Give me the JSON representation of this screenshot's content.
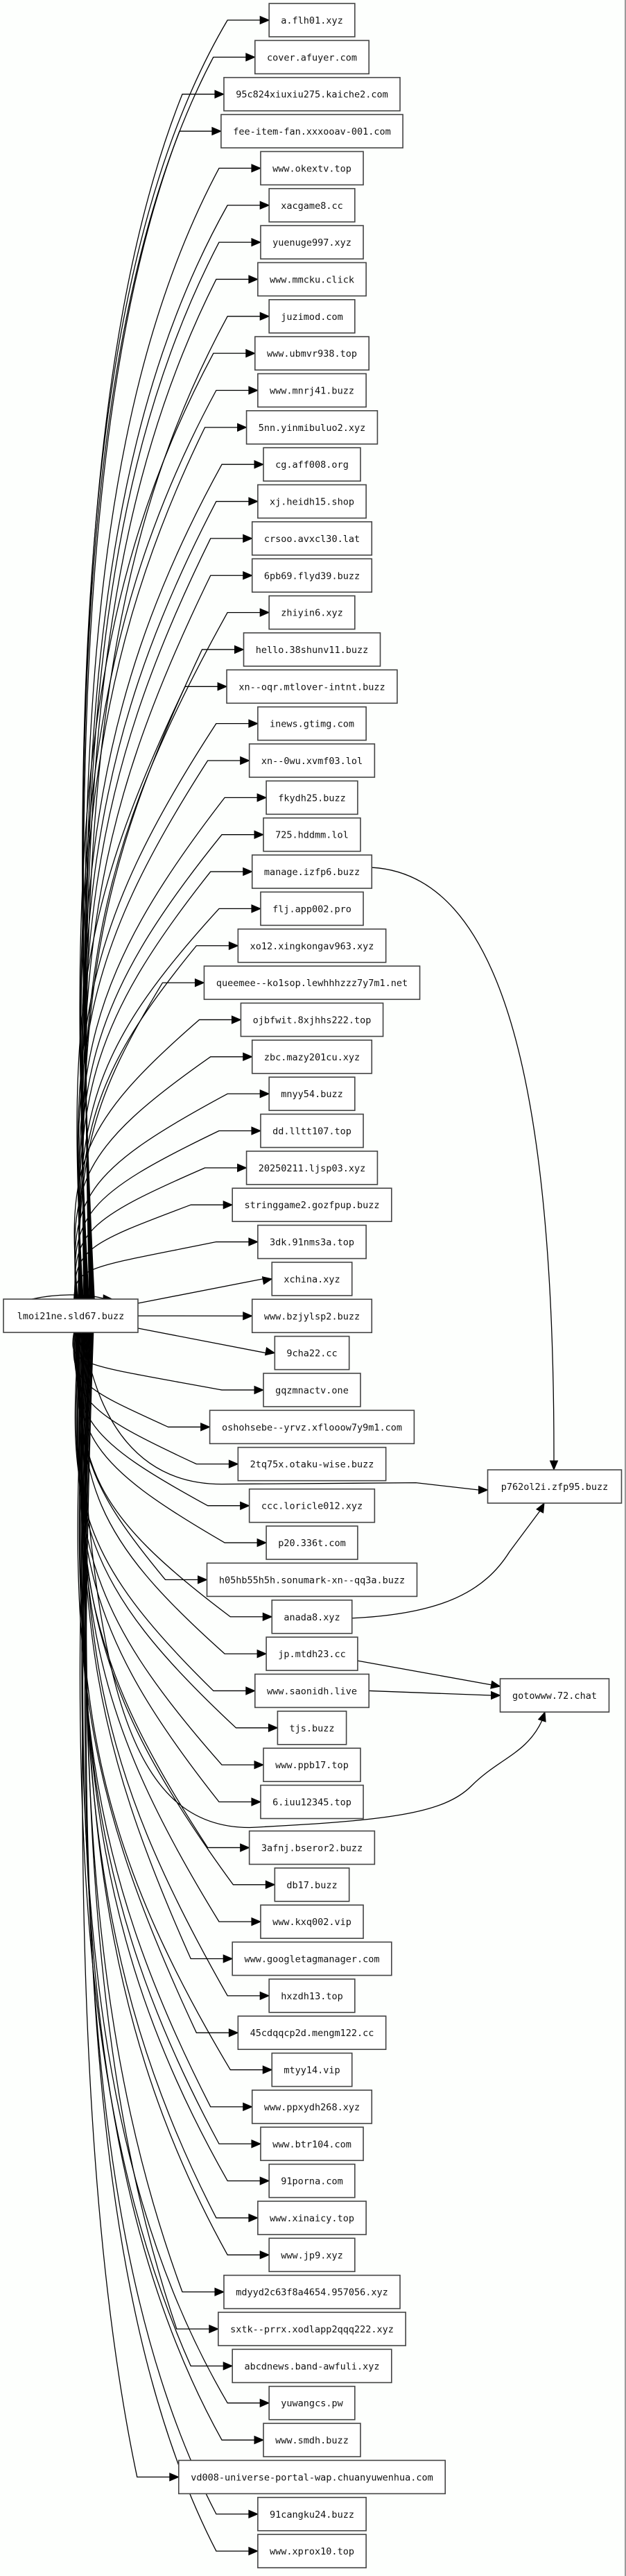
{
  "graph": {
    "type": "directed-graph",
    "root": "lmoi21ne.sld67.buzz",
    "root_self_loop": true,
    "targets": [
      "a.flh01.xyz",
      "cover.afuyer.com",
      "95c824xiuxiu275.kaiche2.com",
      "fee-item-fan.xxxooav-001.com",
      "www.okextv.top",
      "xacgame8.cc",
      "yuenuge997.xyz",
      "www.mmcku.click",
      "juzimod.com",
      "www.ubmvr938.top",
      "www.mnrj41.buzz",
      "5nn.yinmibuluo2.xyz",
      "cg.aff008.org",
      "xj.heidh15.shop",
      "crsoo.avxcl30.lat",
      "6pb69.flyd39.buzz",
      "zhiyin6.xyz",
      "hello.38shunv11.buzz",
      "xn--oqr.mtlover-intnt.buzz",
      "inews.gtimg.com",
      "xn--0wu.xvmf03.lol",
      "fkydh25.buzz",
      "725.hddmm.lol",
      "manage.izfp6.buzz",
      "flj.app002.pro",
      "xo12.xingkongav963.xyz",
      "queemee--ko1sop.lewhhhzzz7y7m1.net",
      "ojbfwit.8xjhhs222.top",
      "zbc.mazy201cu.xyz",
      "mnyy54.buzz",
      "dd.lltt107.top",
      "20250211.ljsp03.xyz",
      "stringgame2.gozfpup.buzz",
      "3dk.91nms3a.top",
      "xchina.xyz",
      "www.bzjylsp2.buzz",
      "9cha22.cc",
      "gqzmnactv.one",
      "oshohsebe--yrvz.xflooow7y9m1.com",
      "2tq75x.otaku-wise.buzz",
      "ccc.loricle012.xyz",
      "p20.336t.com",
      "h05hb55h5h.sonumark-xn--qq3a.buzz",
      "anada8.xyz",
      "jp.mtdh23.cc",
      "www.saonidh.live",
      "tjs.buzz",
      "www.ppb17.top",
      "6.iuu12345.top",
      "3afnj.bseror2.buzz",
      "db17.buzz",
      "www.kxq002.vip",
      "www.googletagmanager.com",
      "hxzdh13.top",
      "45cdqqcp2d.mengm122.cc",
      "mtyy14.vip",
      "www.ppxydh268.xyz",
      "www.btr104.com",
      "91porna.com",
      "www.xinaicy.top",
      "www.jp9.xyz",
      "mdyyd2c63f8a4654.957056.xyz",
      "sxtk--prrx.xodlapp2qqq222.xyz",
      "abcdnews.band-awfuli.xyz",
      "yuwangcs.pw",
      "www.smdh.buzz",
      "vd008-universe-portal-wap.chuanyuwenhua.com",
      "91cangku24.buzz",
      "www.xprox10.top"
    ],
    "right_nodes": [
      "p762ol2i.zfp95.buzz",
      "gotowww.72.chat"
    ],
    "edges": [
      {
        "from": "lmoi21ne.sld67.buzz",
        "to": "p762ol2i.zfp95.buzz"
      },
      {
        "from": "manage.izfp6.buzz",
        "to": "p762ol2i.zfp95.buzz"
      },
      {
        "from": "anada8.xyz",
        "to": "p762ol2i.zfp95.buzz"
      },
      {
        "from": "jp.mtdh23.cc",
        "to": "gotowww.72.chat"
      },
      {
        "from": "www.saonidh.live",
        "to": "gotowww.72.chat"
      },
      {
        "from": "lmoi21ne.sld67.buzz",
        "to": "gotowww.72.chat"
      }
    ]
  }
}
